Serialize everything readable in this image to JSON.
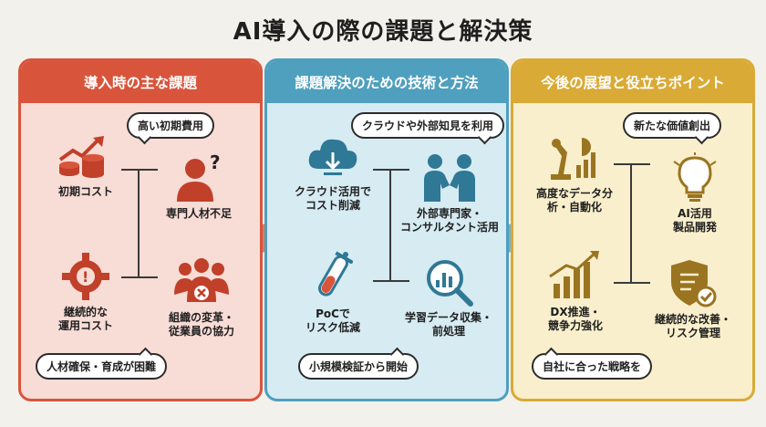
{
  "title": "AI導入の際の課題と解決策",
  "colors": {
    "panel1": "#d8553c",
    "panel2": "#4f9fbe",
    "panel3": "#d9aa36"
  },
  "panels": [
    {
      "header": "導入時の主な課題",
      "bubble_top": "高い初期費用",
      "bubble_bottom": "人材確保・育成が困難",
      "items": [
        {
          "label_lines": [
            "初期コスト"
          ],
          "icon": "coins-chart-icon"
        },
        {
          "label_lines": [
            "専門人材不足"
          ],
          "icon": "person-question-icon"
        },
        {
          "label_lines": [
            "継続的な",
            "運用コスト"
          ],
          "icon": "gear-warning-icon"
        },
        {
          "label_lines": [
            "組織の変革・",
            "従業員の協力"
          ],
          "icon": "group-cross-icon"
        }
      ]
    },
    {
      "header": "課題解決のための技術と方法",
      "bubble_top": "クラウドや外部知見を利用",
      "bubble_bottom": "小規模検証から開始",
      "items": [
        {
          "label_lines": [
            "クラウド活用で",
            "コスト削減"
          ],
          "icon": "cloud-download-icon"
        },
        {
          "label_lines": [
            "外部専門家・",
            "コンサルタント活用"
          ],
          "icon": "handshake-icon"
        },
        {
          "label_lines": [
            "PoCで",
            "リスク低減"
          ],
          "icon": "test-tube-icon"
        },
        {
          "label_lines": [
            "学習データ収集・",
            "前処理"
          ],
          "icon": "magnifier-chart-icon"
        }
      ]
    },
    {
      "header": "今後の展望と役立ちポイント",
      "bubble_top": "新たな価値創出",
      "bubble_bottom": "自社に合った戦略を",
      "items": [
        {
          "label_lines": [
            "高度なデータ分",
            "析・自動化"
          ],
          "icon": "robot-arm-chart-icon"
        },
        {
          "label_lines": [
            "AI活用",
            "製品開発"
          ],
          "icon": "lightbulb-icon"
        },
        {
          "label_lines": [
            "DX推進・",
            "競争力強化"
          ],
          "icon": "rising-bars-icon"
        },
        {
          "label_lines": [
            "継続的な改善・",
            "リスク管理"
          ],
          "icon": "shield-check-icon"
        }
      ]
    }
  ]
}
